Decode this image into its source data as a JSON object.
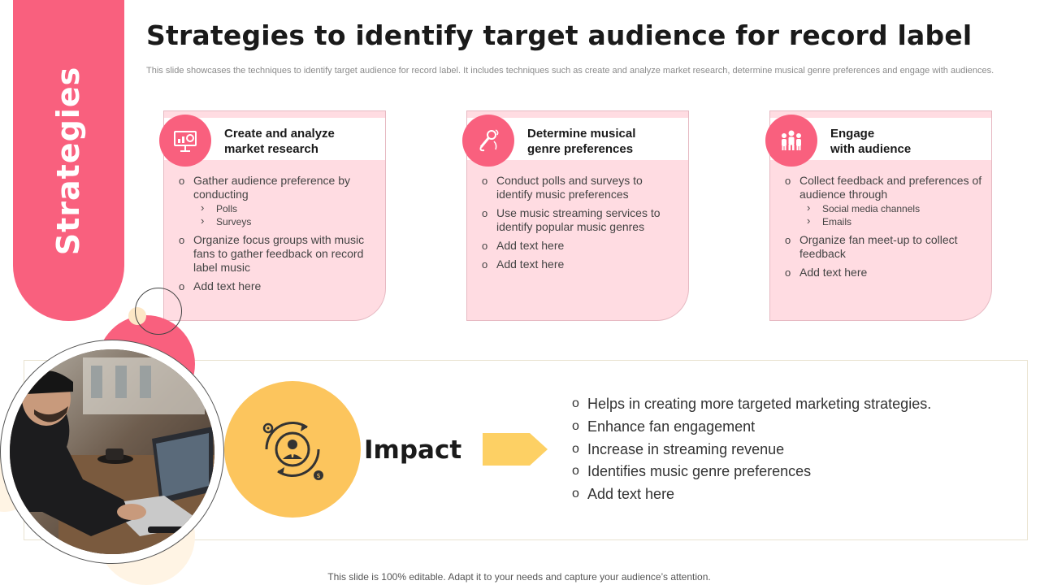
{
  "slide": {
    "title": "Strategies to identify target audience for record label",
    "subtitle": "This slide showcases the techniques to identify target audience for record label. It includes techniques such as create and analyze market research, determine musical genre preferences and engage with audiences.",
    "side_label": "Strategies",
    "footer": "This slide is 100% editable. Adapt it to your needs and capture your audience’s attention."
  },
  "cards": [
    {
      "title_line1": "Create and analyze",
      "title_line2": "market research",
      "icon": "presentation-chart-icon",
      "items": [
        {
          "text": "Gather audience preference by conducting",
          "sub": [
            "Polls",
            "Surveys"
          ]
        },
        {
          "text": "Organize focus groups with music fans to gather feedback on record label music"
        },
        {
          "text": "Add text here"
        }
      ]
    },
    {
      "title_line1": "Determine musical",
      "title_line2": "genre preferences",
      "icon": "microphone-icon",
      "items": [
        {
          "text": "Conduct polls and surveys to identify music preferences"
        },
        {
          "text": "Use music streaming services to identify popular music genres"
        },
        {
          "text": "Add text here"
        },
        {
          "text": "Add text here"
        }
      ]
    },
    {
      "title_line1": "Engage",
      "title_line2": "with audience",
      "icon": "audience-group-icon",
      "items": [
        {
          "text": "Collect feedback and preferences of audience through",
          "sub": [
            "Social media channels",
            "Emails"
          ]
        },
        {
          "text": "Organize fan meet-up to collect feedback"
        },
        {
          "text": "Add text here"
        }
      ]
    }
  ],
  "impact": {
    "label": "Impact",
    "icon": "businessman-cycle-icon",
    "items": [
      "Helps in creating more targeted marketing strategies.",
      "Enhance fan engagement",
      "Increase in streaming revenue",
      "Identifies music genre preferences",
      "Add text here"
    ]
  },
  "colors": {
    "accent_pink": "#f9607e",
    "card_fill": "#ffdce2",
    "impact_yellow": "#fcc55d",
    "arrow_yellow": "#fdd064"
  }
}
